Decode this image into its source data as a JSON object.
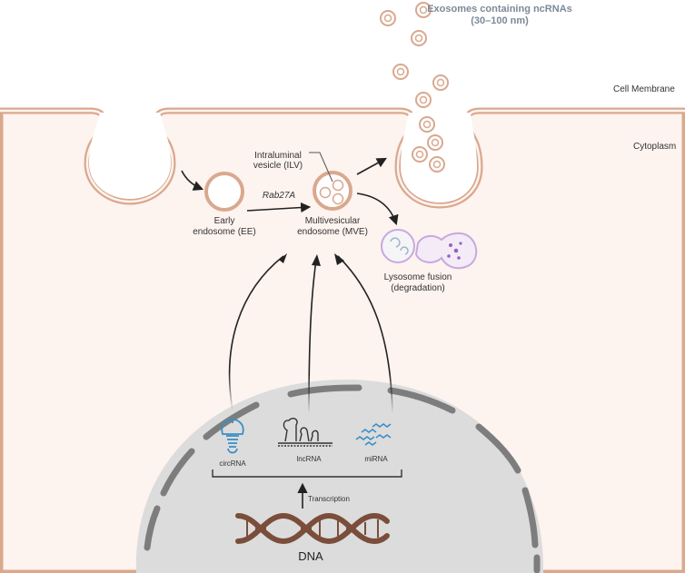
{
  "labels": {
    "exosomes_line1": "Exosomes containing ncRNAs",
    "exosomes_line2": "(30–100 nm)",
    "cell_membrane": "Cell Membrane",
    "cytoplasm": "Cytoplasm",
    "ilv_line1": "Intraluminal",
    "ilv_line2": "vesicle (ILV)",
    "rab27a": "Rab27A",
    "ee_line1": "Early",
    "ee_line2": "endosome (EE)",
    "mve_line1": "Multivesicular",
    "mve_line2": "endosome (MVE)",
    "lysosome_line1": "Lysosome fusion",
    "lysosome_line2": "(degradation)",
    "circrna": "circRNA",
    "lncrna": "lncRNA",
    "mirna": "miRNA",
    "transcription": "Transcription",
    "dna": "DNA"
  },
  "colors": {
    "cytoplasm": "#fdf3ef",
    "membrane": "#d9a88e",
    "nucleus": "#dcdcdc",
    "nuclear_envelope": "#7d7d7d",
    "dna": "#7a4e3a",
    "rna_blue": "#3b8fc6",
    "lysosome": "#c9a8e0",
    "arrow": "#222222"
  },
  "icons": {
    "circrna": "circrna-icon",
    "lncrna": "lncrna-icon",
    "mirna": "mirna-icon",
    "dna": "dna-helix-icon"
  }
}
